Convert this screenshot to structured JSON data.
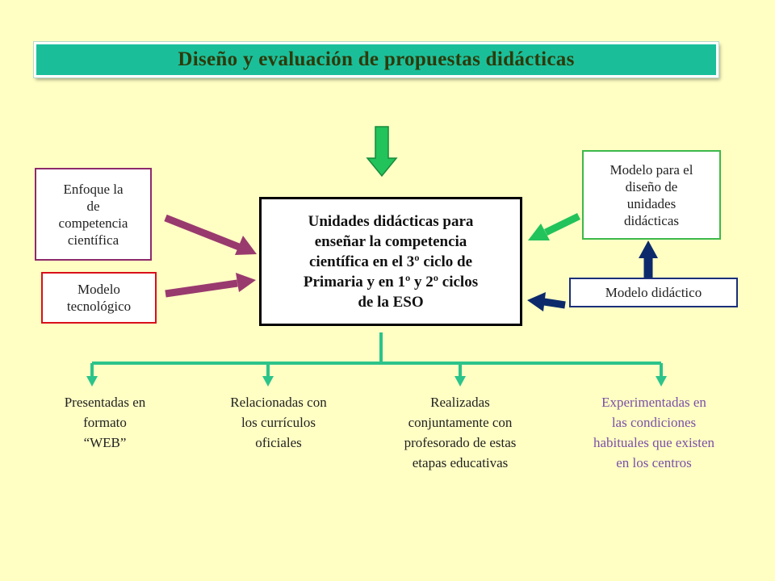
{
  "title": "Diseño y evaluación de propuestas didácticas",
  "central_box": "Unidades didácticas para\nenseñar  la competencia\ncientífica en el 3º ciclo de\nPrimaria y en 1º y 2º ciclos\nde la ESO",
  "left_inputs": [
    "Enfoque la\nde\ncompetencia\ncientífica",
    "Modelo\ntecnológico"
  ],
  "right_inputs": [
    "Modelo para el\ndiseño de\nunidades\ndidácticas",
    "Modelo didáctico"
  ],
  "outputs": [
    "Presentadas en\nformato\n“WEB”",
    "Relacionadas con\nlos currículos\noficiales",
    "Realizadas\nconjuntamente con\nprofesorado de estas\netapas educativas",
    "Experimentadas en\nlas condiciones\nhabituales que existen\nen los centros"
  ],
  "colors": {
    "background": "#ffffc4",
    "title_bar": "#1abf9a",
    "green_arrow": "#22c35a",
    "magenta_arrow": "#993a6e",
    "navy_arrow": "#0c2a6b",
    "branch_lines": "#2bc48a",
    "purple_text": "#7a4fa8"
  }
}
